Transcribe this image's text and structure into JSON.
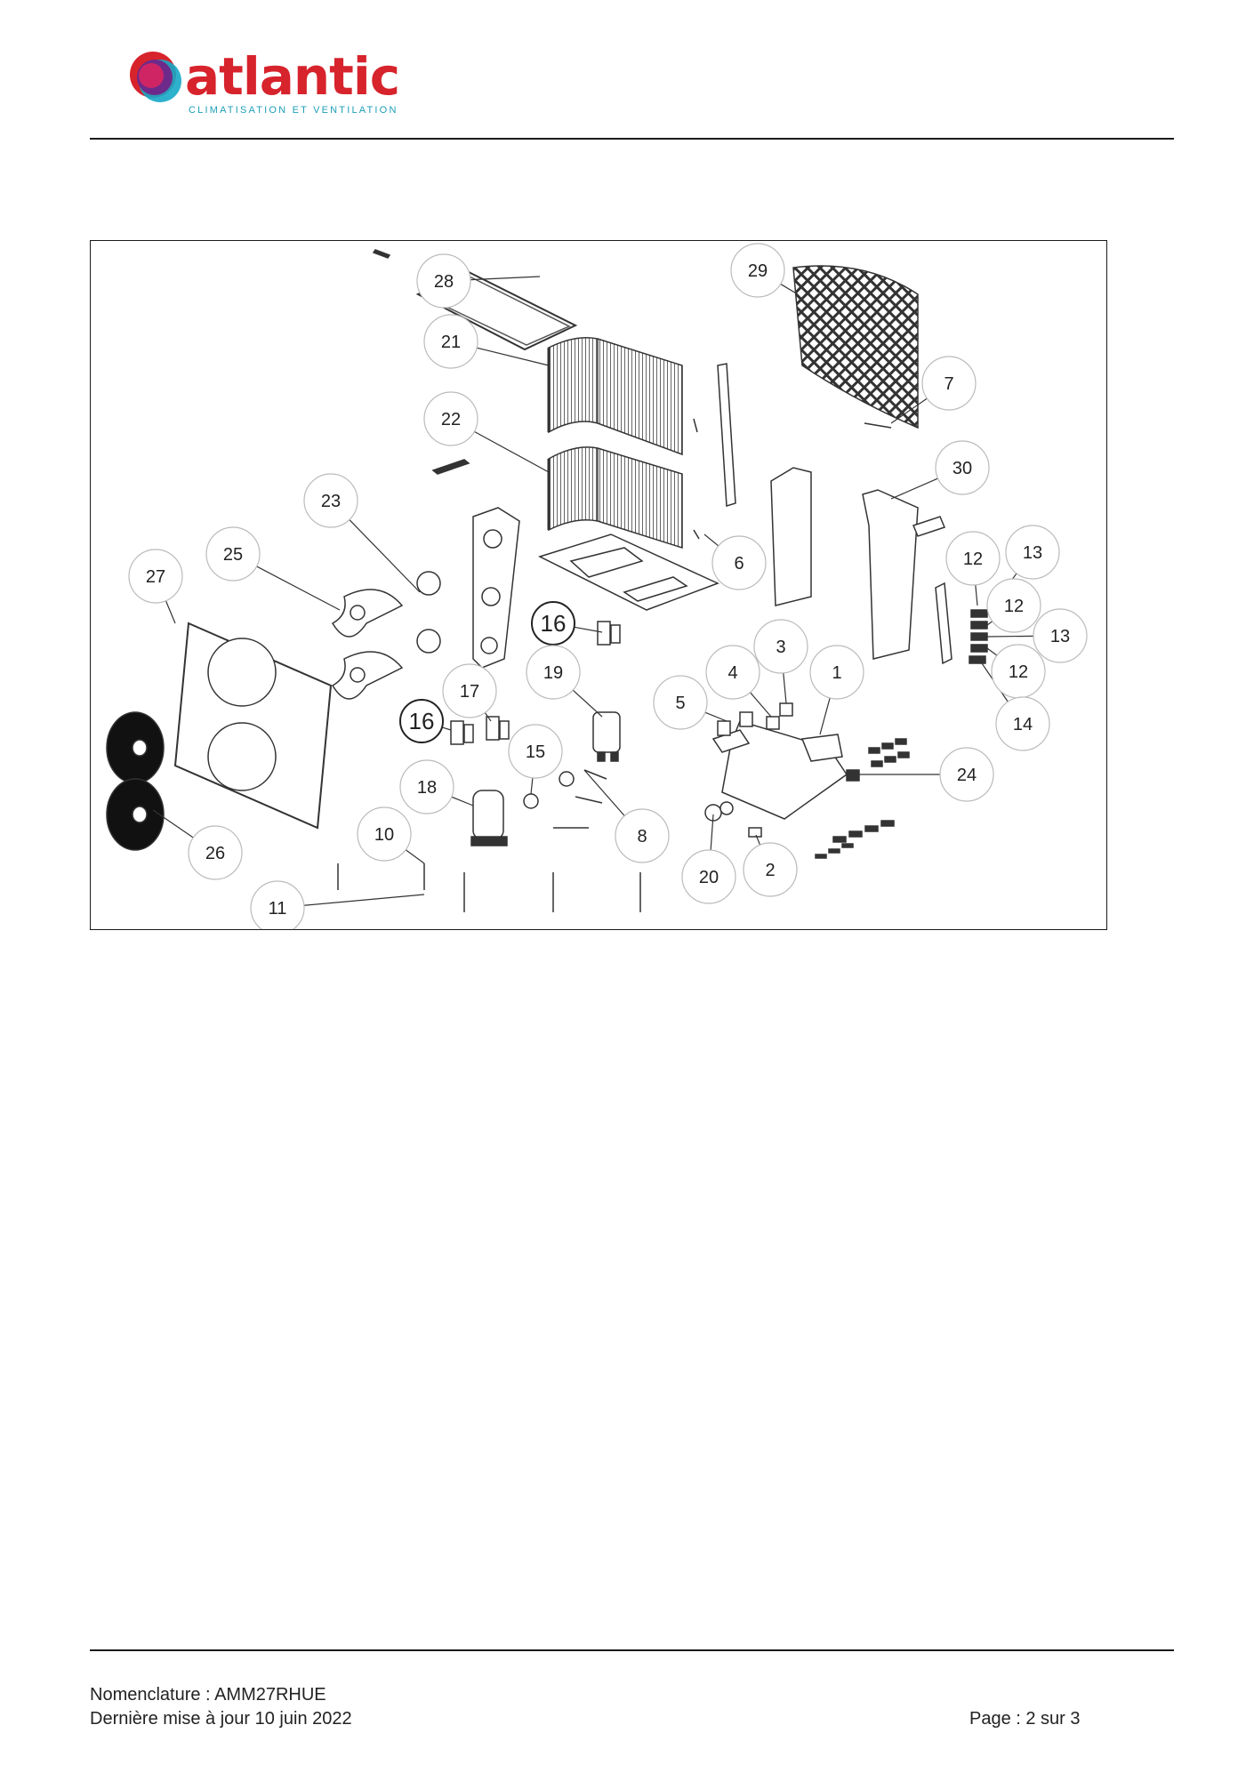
{
  "header": {
    "logo_wordmark": "atlantic",
    "logo_tagline": "CLIMATISATION ET VENTILATION",
    "colors": {
      "brand_red": "#d7232c",
      "brand_purple": "#6e2a8a",
      "brand_teal": "#17a9c6",
      "brand_pink": "#e0245e",
      "tagline_teal": "#1c9fb7"
    }
  },
  "diagram": {
    "callouts": [
      {
        "label": "28"
      },
      {
        "label": "21"
      },
      {
        "label": "22"
      },
      {
        "label": "29"
      },
      {
        "label": "7"
      },
      {
        "label": "30"
      },
      {
        "label": "23"
      },
      {
        "label": "25"
      },
      {
        "label": "27"
      },
      {
        "label": "6"
      },
      {
        "label": "12"
      },
      {
        "label": "13"
      },
      {
        "label": "12"
      },
      {
        "label": "13"
      },
      {
        "label": "12"
      },
      {
        "label": "14"
      },
      {
        "label": "16"
      },
      {
        "label": "19"
      },
      {
        "label": "3"
      },
      {
        "label": "4"
      },
      {
        "label": "1"
      },
      {
        "label": "5"
      },
      {
        "label": "17"
      },
      {
        "label": "16"
      },
      {
        "label": "15"
      },
      {
        "label": "18"
      },
      {
        "label": "24"
      },
      {
        "label": "10"
      },
      {
        "label": "8"
      },
      {
        "label": "26"
      },
      {
        "label": "20"
      },
      {
        "label": "2"
      },
      {
        "label": "11"
      }
    ]
  },
  "footer": {
    "nomenclature": "Nomenclature : AMM27RHUE",
    "updated": "Dernière mise à jour 10 juin 2022",
    "page": "Page : 2 sur 3"
  }
}
